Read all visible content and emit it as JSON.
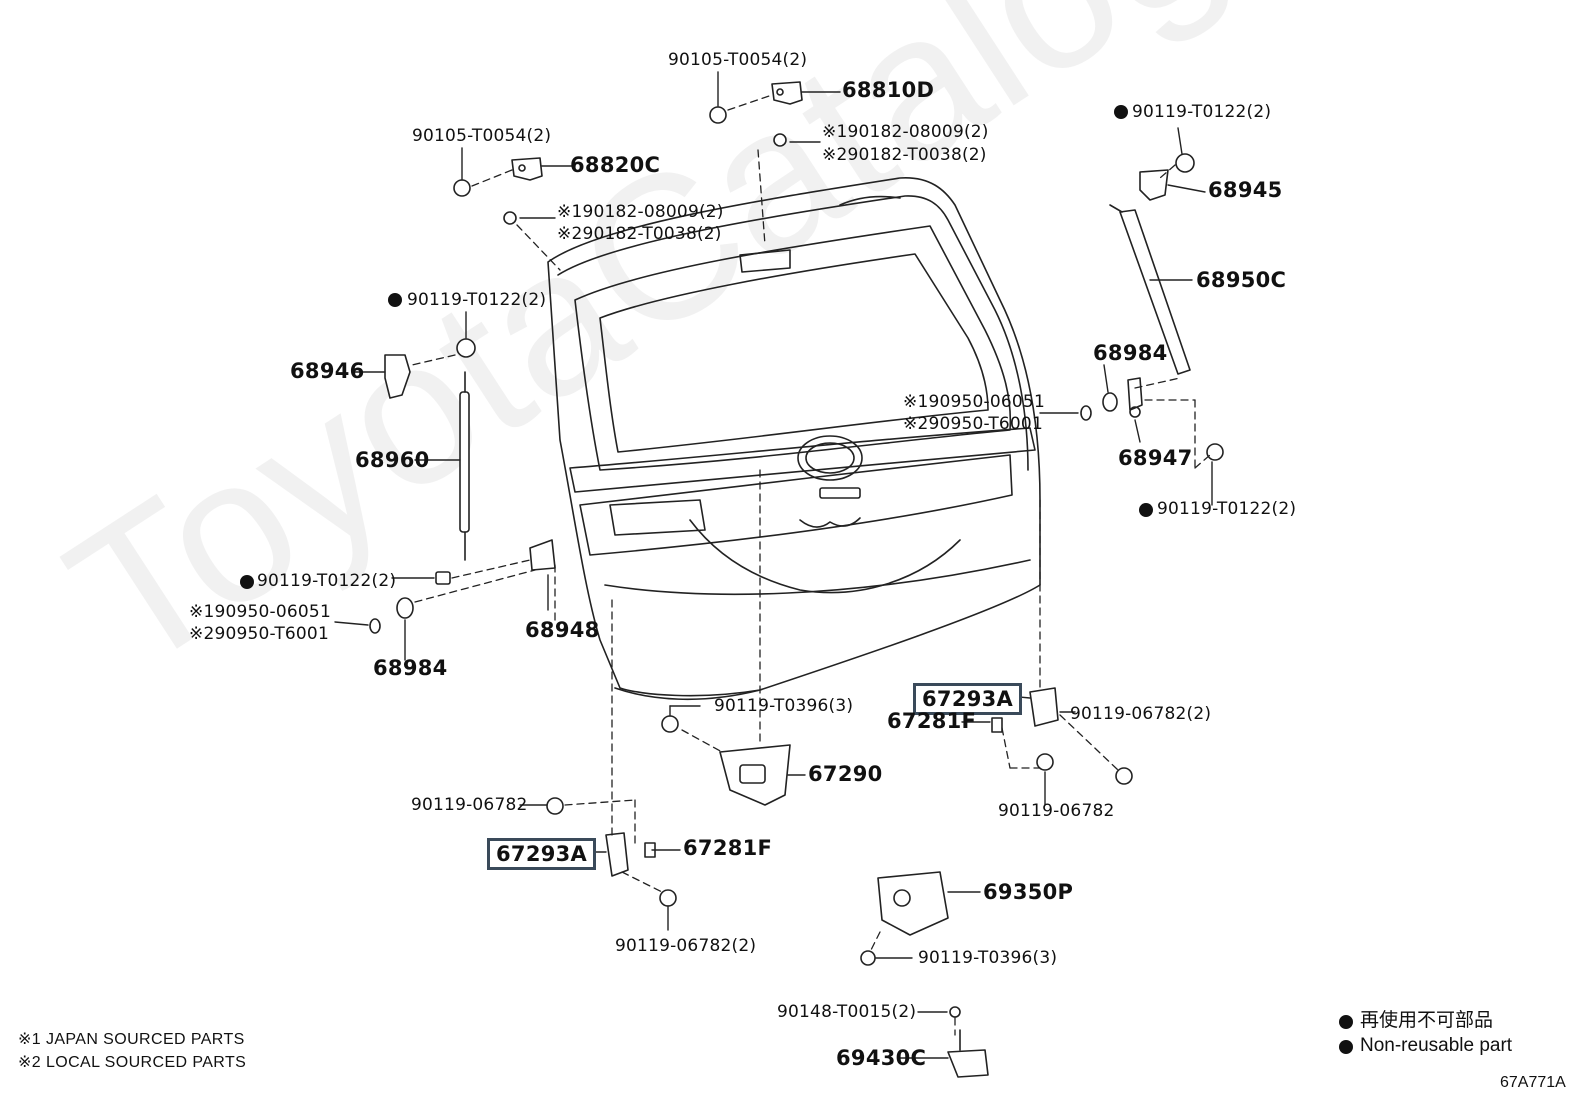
{
  "watermark": "ToyotaCatalog.ru",
  "diagram_ref": "67A771A",
  "footnotes": {
    "note1": "※1 JAPAN SOURCED PARTS",
    "note2": "※2 LOCAL SOURCED PARTS"
  },
  "legend": {
    "non_reusable_jp": "再使用不可部品",
    "non_reusable_en": "Non-reusable part"
  },
  "labels": {
    "p90105_top": "90105-T0054(2)",
    "p68810D": "68810D",
    "p90182_top_1": "※190182-08009(2)",
    "p90182_top_2": "※290182-T0038(2)",
    "p90105_left": "90105-T0054(2)",
    "p68820C": "68820C",
    "p90182_left_1": "※190182-08009(2)",
    "p90182_left_2": "※290182-T0038(2)",
    "p90119_tr": "90119-T0122(2)",
    "p68945": "68945",
    "p68950C": "68950C",
    "p90119_l1": "90119-T0122(2)",
    "p68946": "68946",
    "p68960": "68960",
    "p68984_r": "68984",
    "p90950_r1": "※190950-06051",
    "p90950_r2": "※290950-T6001",
    "p68947": "68947",
    "p90119_r2": "90119-T0122(2)",
    "p90119_l2": "90119-T0122(2)",
    "p90950_l1": "※190950-06051",
    "p90950_l2": "※290950-T6001",
    "p68948": "68948",
    "p68984_l": "68984",
    "p67293A_r": "67293A",
    "p67281F_r": "67281F",
    "p90119_06782_2_r": "90119-06782(2)",
    "p90119_06782_r": "90119-06782",
    "p90119_T0396_a": "90119-T0396(3)",
    "p67290": "67290",
    "p90119_06782_l": "90119-06782",
    "p67293A_l": "67293A",
    "p67281F_l": "67281F",
    "p90119_06782_2_l": "90119-06782(2)",
    "p69350P": "69350P",
    "p90119_T0396_b": "90119-T0396(3)",
    "p90148": "90148-T0015(2)",
    "p69430C": "69430C"
  }
}
